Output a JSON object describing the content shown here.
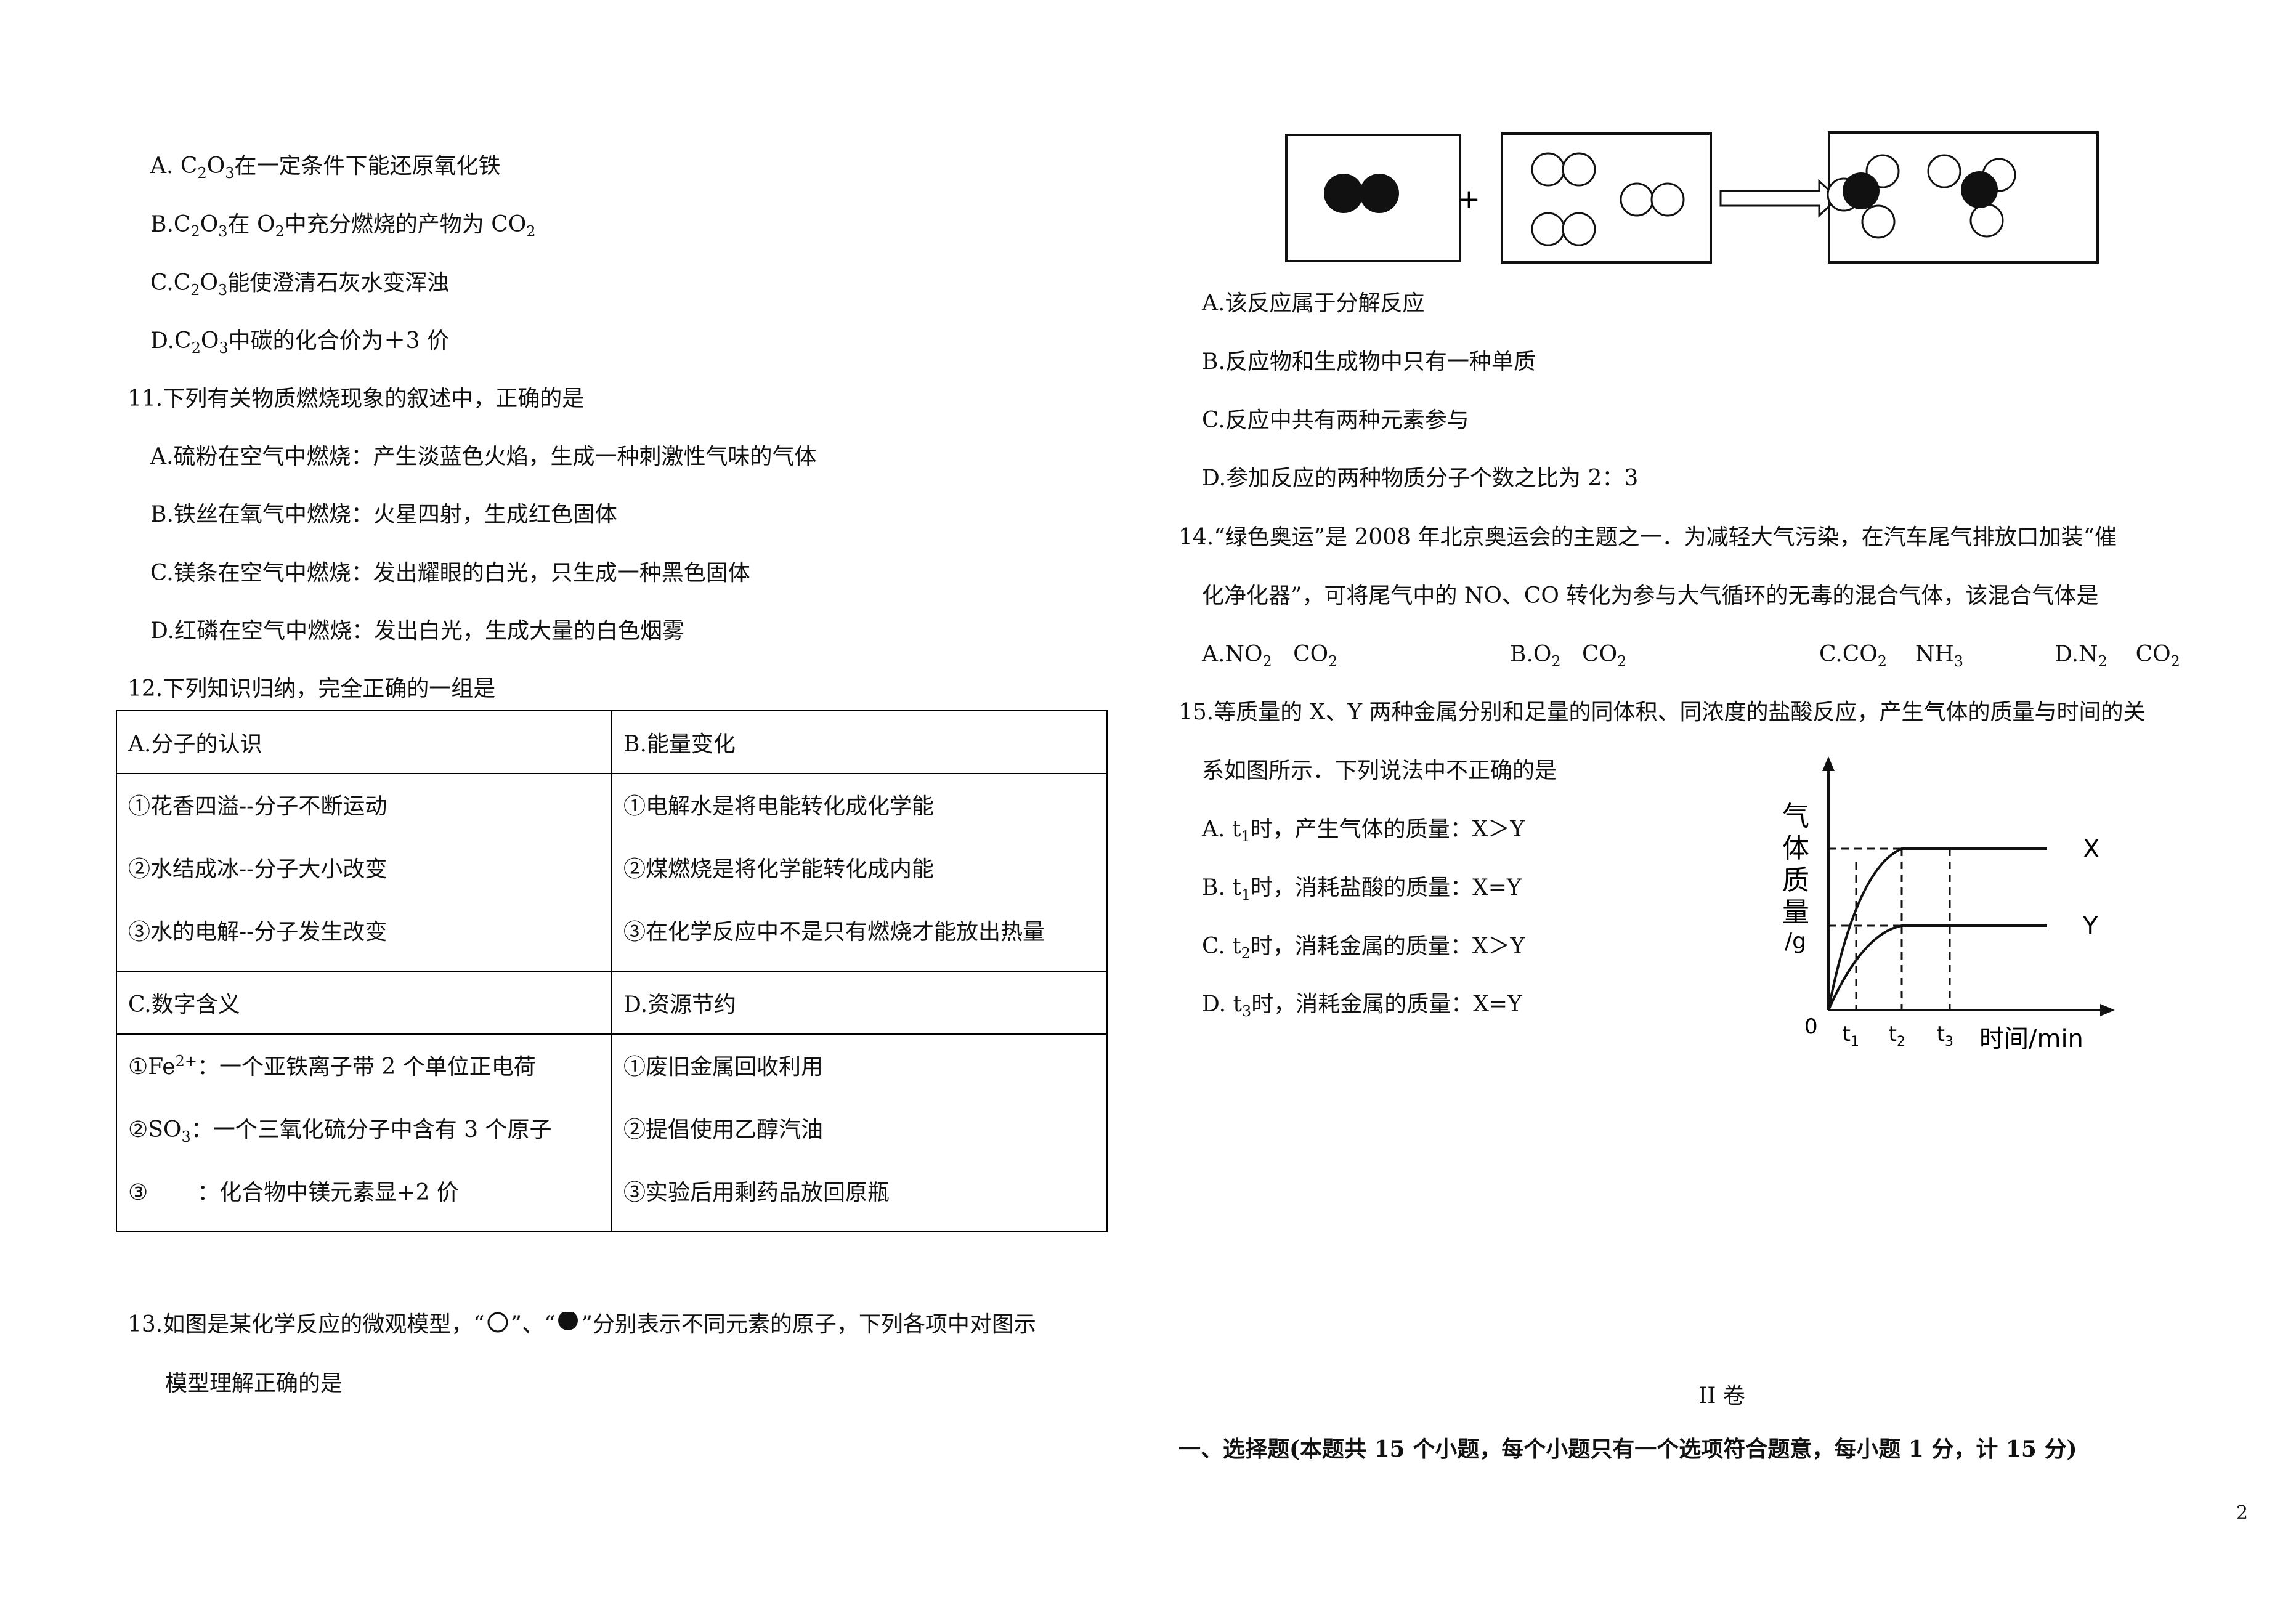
{
  "left": {
    "q10_options": [
      {
        "pre": "A. C",
        "s1": "2",
        "m": "O",
        "s2": "3",
        "post": "在一定条件下能还原氧化铁"
      },
      {
        "pre": "B.C",
        "s1": "2",
        "m": "O",
        "s2": "3",
        "post": "在 O",
        "s3": "2",
        "post2": "中充分燃烧的产物为 CO",
        "s4": "2"
      },
      {
        "pre": "C.C",
        "s1": "2",
        "m": "O",
        "s2": "3",
        "post": "能使澄清石灰水变浑浊"
      },
      {
        "pre": "D.C",
        "s1": "2",
        "m": "O",
        "s2": "3",
        "post": "中碳的化合价为＋3 价"
      }
    ],
    "q11": {
      "stem": "11.下列有关物质燃烧现象的叙述中，正确的是",
      "options": [
        "A.硫粉在空气中燃烧：产生淡蓝色火焰，生成一种刺激性气味的气体",
        "B.铁丝在氧气中燃烧：火星四射，生成红色固体",
        "C.镁条在空气中燃烧：发出耀眼的白光，只生成一种黑色固体",
        "D.红磷在空气中燃烧：发出白光，生成大量的白色烟雾"
      ]
    },
    "q12": {
      "stem": "12.下列知识归纳，完全正确的一组是",
      "table": {
        "a_head": "A.分子的认识",
        "a_items": [
          "①花香四溢--分子不断运动",
          "②水结成冰--分子大小改变",
          "③水的电解--分子发生改变"
        ],
        "b_head": "B.能量变化",
        "b_items": [
          "①电解水是将电能转化成化学能",
          "②煤燃烧是将化学能转化成内能",
          "③在化学反应中不是只有燃烧才能放出热量"
        ],
        "c_head": "C.数字含义",
        "c_item1_pre": "①Fe",
        "c_item1_sup": "2+",
        "c_item1_post": "：一个亚铁离子带 2 个单位正电荷",
        "c_item2_pre": "②SO",
        "c_item2_sub": "3",
        "c_item2_post": "：一个三氧化硫分子中含有 3 个原子",
        "c_item3_pre": "③",
        "c_item3_post": "：化合物中镁元素显+2 价",
        "d_head": "D.资源节约",
        "d_items": [
          "①废旧金属回收利用",
          "②提倡使用乙醇汽油",
          "③实验后用剩药品放回原瓶"
        ]
      }
    },
    "q13": {
      "stem_a": "13.如图是某化学反应的微观模型，“",
      "stem_b": "”、“",
      "stem_c": "”分别表示不同元素的原子，下列各项中对图示",
      "stem_line2": "模型理解正确的是"
    }
  },
  "right": {
    "diagram": {
      "plus": "+"
    },
    "q13_options": [
      "A.该反应属于分解反应",
      "B.反应物和生成物中只有一种单质",
      "C.反应中共有两种元素参与",
      "D.参加反应的两种物质分子个数之比为 2：3"
    ],
    "q14": {
      "line1": "14.“绿色奥运”是 2008 年北京奥运会的主题之一．为减轻大气污染，在汽车尾气排放口加装“催",
      "line2": "化净化器”，可将尾气中的 NO、CO 转化为参与大气循环的无毒的混合气体，该混合气体是",
      "options": [
        {
          "a": "A.NO",
          "s": "2",
          "b": "CO",
          "s2": "2"
        },
        {
          "a": "B.O",
          "s": "2",
          "b": "CO",
          "s2": "2"
        },
        {
          "a": "C.CO",
          "s": "2",
          "b": "NH",
          "s2": "3"
        },
        {
          "a": "D.N",
          "s": "2",
          "b": "CO",
          "s2": "2"
        }
      ]
    },
    "q15": {
      "line1": "15.等质量的 X、Y 两种金属分别和足量的同体积、同浓度的盐酸反应，产生气体的质量与时间的关",
      "line2": "系如图所示．下列说法中不正确的是",
      "options": [
        {
          "pre": "A. t",
          "sub": "1",
          "post": "时，产生气体的质量：X＞Y"
        },
        {
          "pre": "B. t",
          "sub": "1",
          "post": "时，消耗盐酸的质量：X=Y"
        },
        {
          "pre": "C. t",
          "sub": "2",
          "post": "时，消耗金属的质量：X＞Y"
        },
        {
          "pre": "D. t",
          "sub": "3",
          "post": "时，消耗金属的质量：X=Y"
        }
      ]
    },
    "graph": {
      "ylabel_chars": [
        "气",
        "体",
        "质",
        "量"
      ],
      "yunit": "/g",
      "origin": "0",
      "xlabel": "时间/min",
      "ticks": [
        {
          "t": "t",
          "s": "1"
        },
        {
          "t": "t",
          "s": "2"
        },
        {
          "t": "t",
          "s": "3"
        }
      ],
      "series_x": "X",
      "series_y": "Y"
    },
    "section_title": "II 卷",
    "section_heading": "一、选择题(本题共 15 个小题，每个小题只有一个选项符合题意，每小题 1 分，计 15 分)",
    "page_number": "2"
  }
}
